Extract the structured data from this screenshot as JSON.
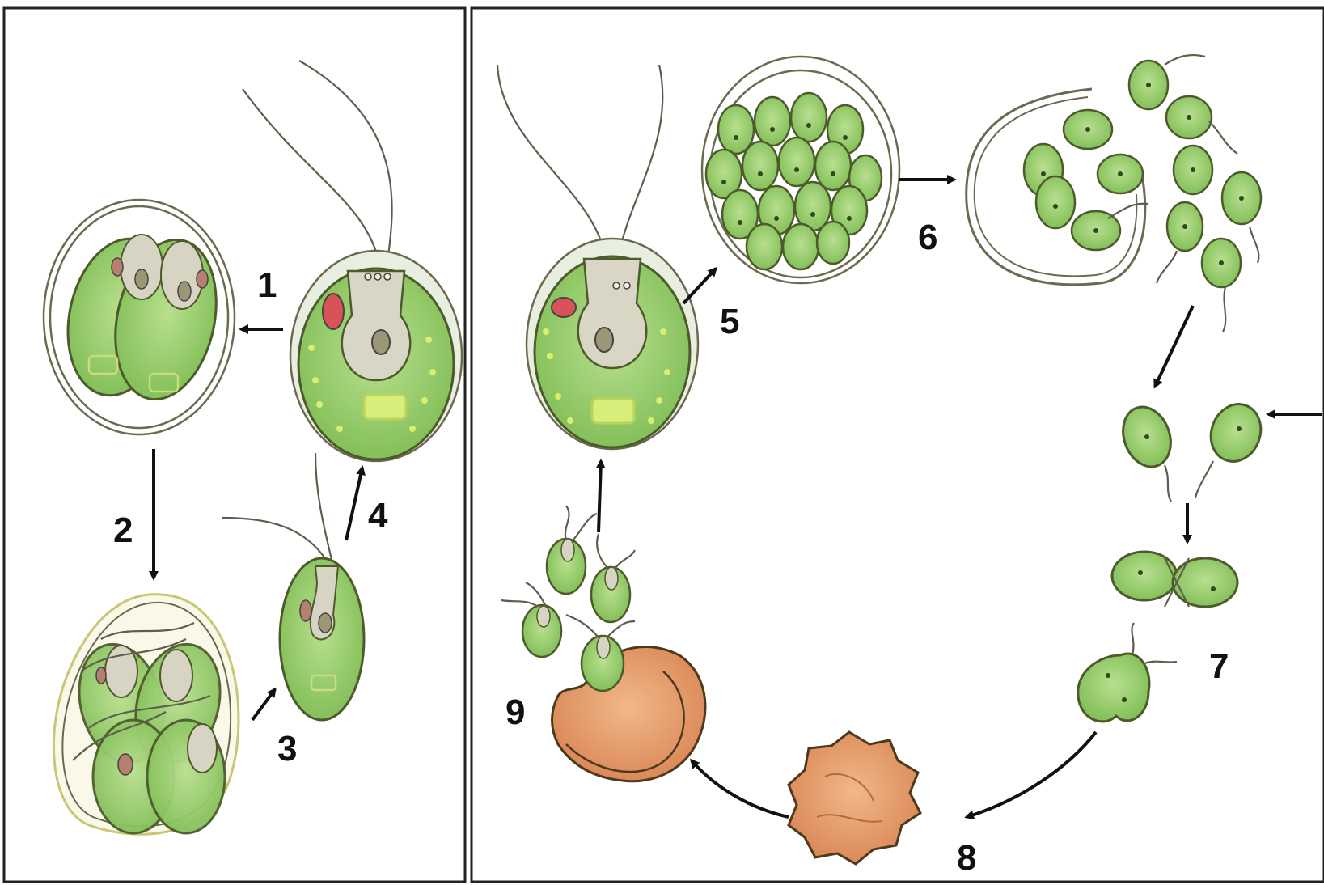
{
  "labels": {
    "l1": "1",
    "l2": "2",
    "l3": "3",
    "l4": "4",
    "l5": "5",
    "l6": "6",
    "l7": "7",
    "l8": "8",
    "l9": "9"
  },
  "colors": {
    "frame": "#222222",
    "cell_green": "#8dc75c",
    "cell_green_light": "#b6dc8e",
    "cell_dark": "#4d5a2c",
    "eyespot": "#d9525a",
    "zygote": "#d98a5a",
    "zygote_light": "#f0b788",
    "vacuole": "#d8d4c4"
  }
}
